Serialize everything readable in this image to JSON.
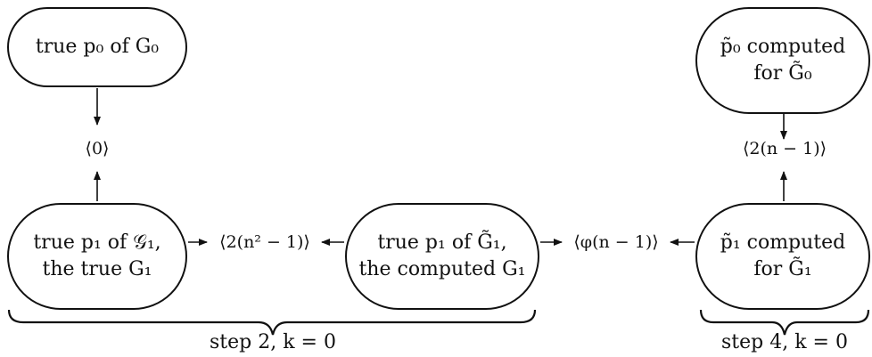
{
  "nodes": {
    "true_p0": [
      "true p₀ of G₀"
    ],
    "ptilde0": [
      "p̃₀ computed",
      "for G̃₀"
    ],
    "true_p1": [
      "true p₁ of 𝒢₁,",
      "the true G₁"
    ],
    "computed_g1": [
      "true p₁ of G̃₁,",
      "the computed G₁"
    ],
    "ptilde1": [
      "p̃₁ computed",
      "for G̃₁"
    ]
  },
  "labels": {
    "zero": "⟨0⟩",
    "two_n_minus_1": "⟨2(n − 1)⟩",
    "two_n2_minus_1": "⟨2(n² − 1)⟩",
    "phi_n_minus_1": "⟨φ(n − 1)⟩"
  },
  "captions": {
    "step2": "step 2, k = 0",
    "step4": "step 4, k = 0"
  }
}
